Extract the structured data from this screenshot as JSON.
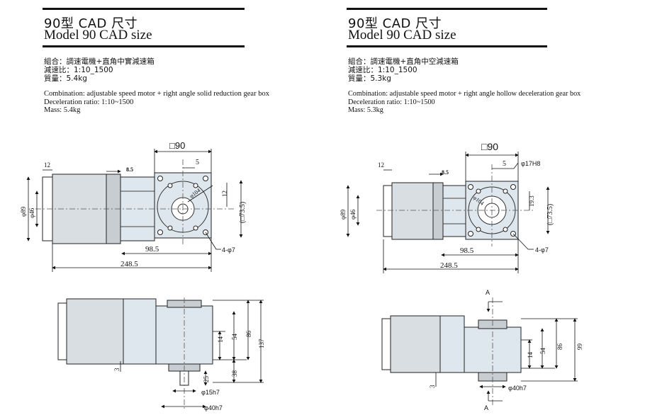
{
  "left": {
    "title_cn": "90型 CAD 尺寸",
    "title_en": "Model 90  CAD size",
    "spec_cn": [
      "組合：調速電機+直角中實減速箱",
      "減速比：1:10_1500",
      "質量：5.4kg"
    ],
    "spec_en": [
      "Combination: adjustable speed motor + right angle solid reduction gear box",
      "Deceleration ratio: 1:10~1500",
      "Mass: 5.4kg"
    ],
    "dims": {
      "square": "□90",
      "d12": "12",
      "d85": "8.5",
      "d5": "5",
      "phi89": "φ89",
      "phi46": "φ46",
      "r104": "φ104",
      "d12b": "12",
      "d735": "(□73.5)",
      "d985": "98.5",
      "d2485": "248.5",
      "holes": "4-φ7",
      "d14": "14",
      "d54": "54",
      "d86": "86",
      "d137": "137",
      "d25": "25",
      "d38": "38",
      "d3": "3",
      "phi15": "φ15h7",
      "phi40": "φ40h7"
    }
  },
  "right": {
    "title_cn": "90型 CAD 尺寸",
    "title_en": "Model 90  CAD size",
    "spec_cn": [
      "組合：調速電機+直角中空減速箱",
      "減速比：1:10_1500",
      "質量：5.3kg"
    ],
    "spec_en": [
      "Combination: adjustable speed motor + right angle hollow deceleration gear box",
      "Deceleration ratio: 1:10~1500",
      "Mass: 5.3kg"
    ],
    "dims": {
      "square": "□90",
      "d12": "12",
      "d85": "8.5",
      "d5": "5",
      "phi17": "φ17H8",
      "phi89": "φ89",
      "phi46": "φ46",
      "r104": "φ104",
      "d193": "19.3",
      "d735": "(□73.5)",
      "d985": "98.5",
      "d2485": "248.5",
      "holes": "4-φ7",
      "d14": "14",
      "d54": "54",
      "d86": "86",
      "d99": "99",
      "d3": "3",
      "phi40": "φ40h7",
      "sec_a_top": "A",
      "sec_a_bot": "A"
    }
  }
}
